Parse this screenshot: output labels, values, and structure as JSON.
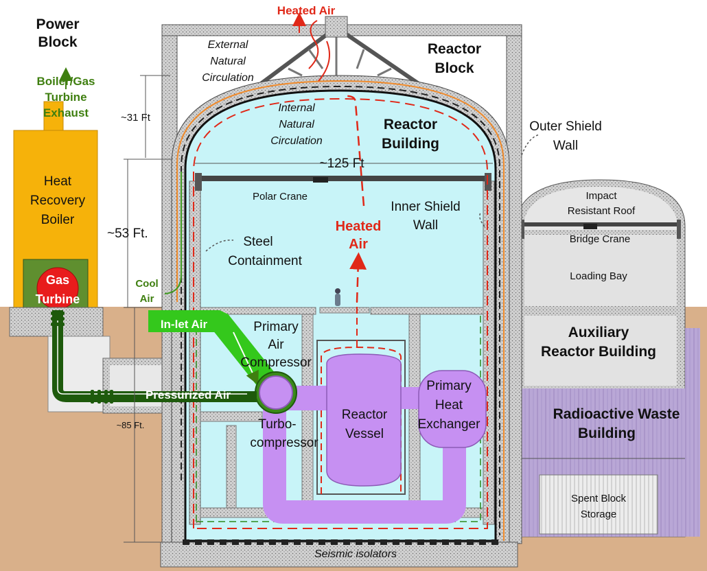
{
  "labels": {
    "heated_air_top": "Heated Air",
    "power_block": [
      "Power",
      "Block"
    ],
    "reactor_block": [
      "Reactor",
      "Block"
    ],
    "boiler_exhaust": [
      "Boiler/Gas",
      "Turbine",
      "Exhaust"
    ],
    "heat_recovery_boiler": [
      "Heat",
      "Recovery",
      "Boiler"
    ],
    "gas_turbine": [
      "Gas",
      "Turbine"
    ],
    "external_circulation": [
      "External",
      "Natural",
      "Circulation"
    ],
    "internal_circulation": [
      "Internal",
      "Natural",
      "Circulation"
    ],
    "reactor_building": [
      "Reactor",
      "Building"
    ],
    "outer_shield_wall": [
      "Outer Shield",
      "Wall"
    ],
    "dim_31": "~31 Ft",
    "dim_125": "~125 Ft",
    "dim_53": "~53 Ft.",
    "dim_85": "~85 Ft.",
    "polar_crane": "Polar Crane",
    "inner_shield_wall": [
      "Inner Shield",
      "Wall"
    ],
    "heated_air_mid": [
      "Heated",
      "Air"
    ],
    "steel_containment": [
      "Steel",
      "Containment"
    ],
    "cool_air": [
      "Cool",
      "Air"
    ],
    "inlet_air": "In-let Air",
    "primary_air_compressor": [
      "Primary",
      "Air",
      "Compressor"
    ],
    "pressurized_air": "Pressurized Air",
    "turbo_compressor": [
      "Turbo-",
      "compressor"
    ],
    "reactor_vessel": [
      "Reactor",
      "Vessel"
    ],
    "primary_heat_exchanger": [
      "Primary",
      "Heat",
      "Exchanger"
    ],
    "impact_roof": [
      "Impact",
      "Resistant Roof"
    ],
    "bridge_crane": "Bridge Crane",
    "loading_bay": "Loading Bay",
    "auxiliary_building": [
      "Auxiliary",
      "Reactor Building"
    ],
    "radwaste_building": [
      "Radioactive Waste",
      "Building"
    ],
    "spent_block": [
      "Spent Block",
      "Storage"
    ],
    "seismic_isolators": "Seismic isolators"
  },
  "colors": {
    "building_interior": "#c8f4f8",
    "boiler": "#f6b20a",
    "turbine_box": "#5f8f2f",
    "turbine_ball": "#e81c1c",
    "ground": "#d9b08a",
    "concrete": "#c8c8c8",
    "reactor_equipment": "#c690f2",
    "inlet_pipe": "#34c81c",
    "dark_green_pipe": "#1e5a0c",
    "heated_air_line": "#e02818",
    "aux_building": "#e2e2e2",
    "radwaste": "#b8a6d4"
  },
  "icons": [
    "person-figure",
    "polar-crane",
    "bridge-crane",
    "seismic-isolators"
  ]
}
